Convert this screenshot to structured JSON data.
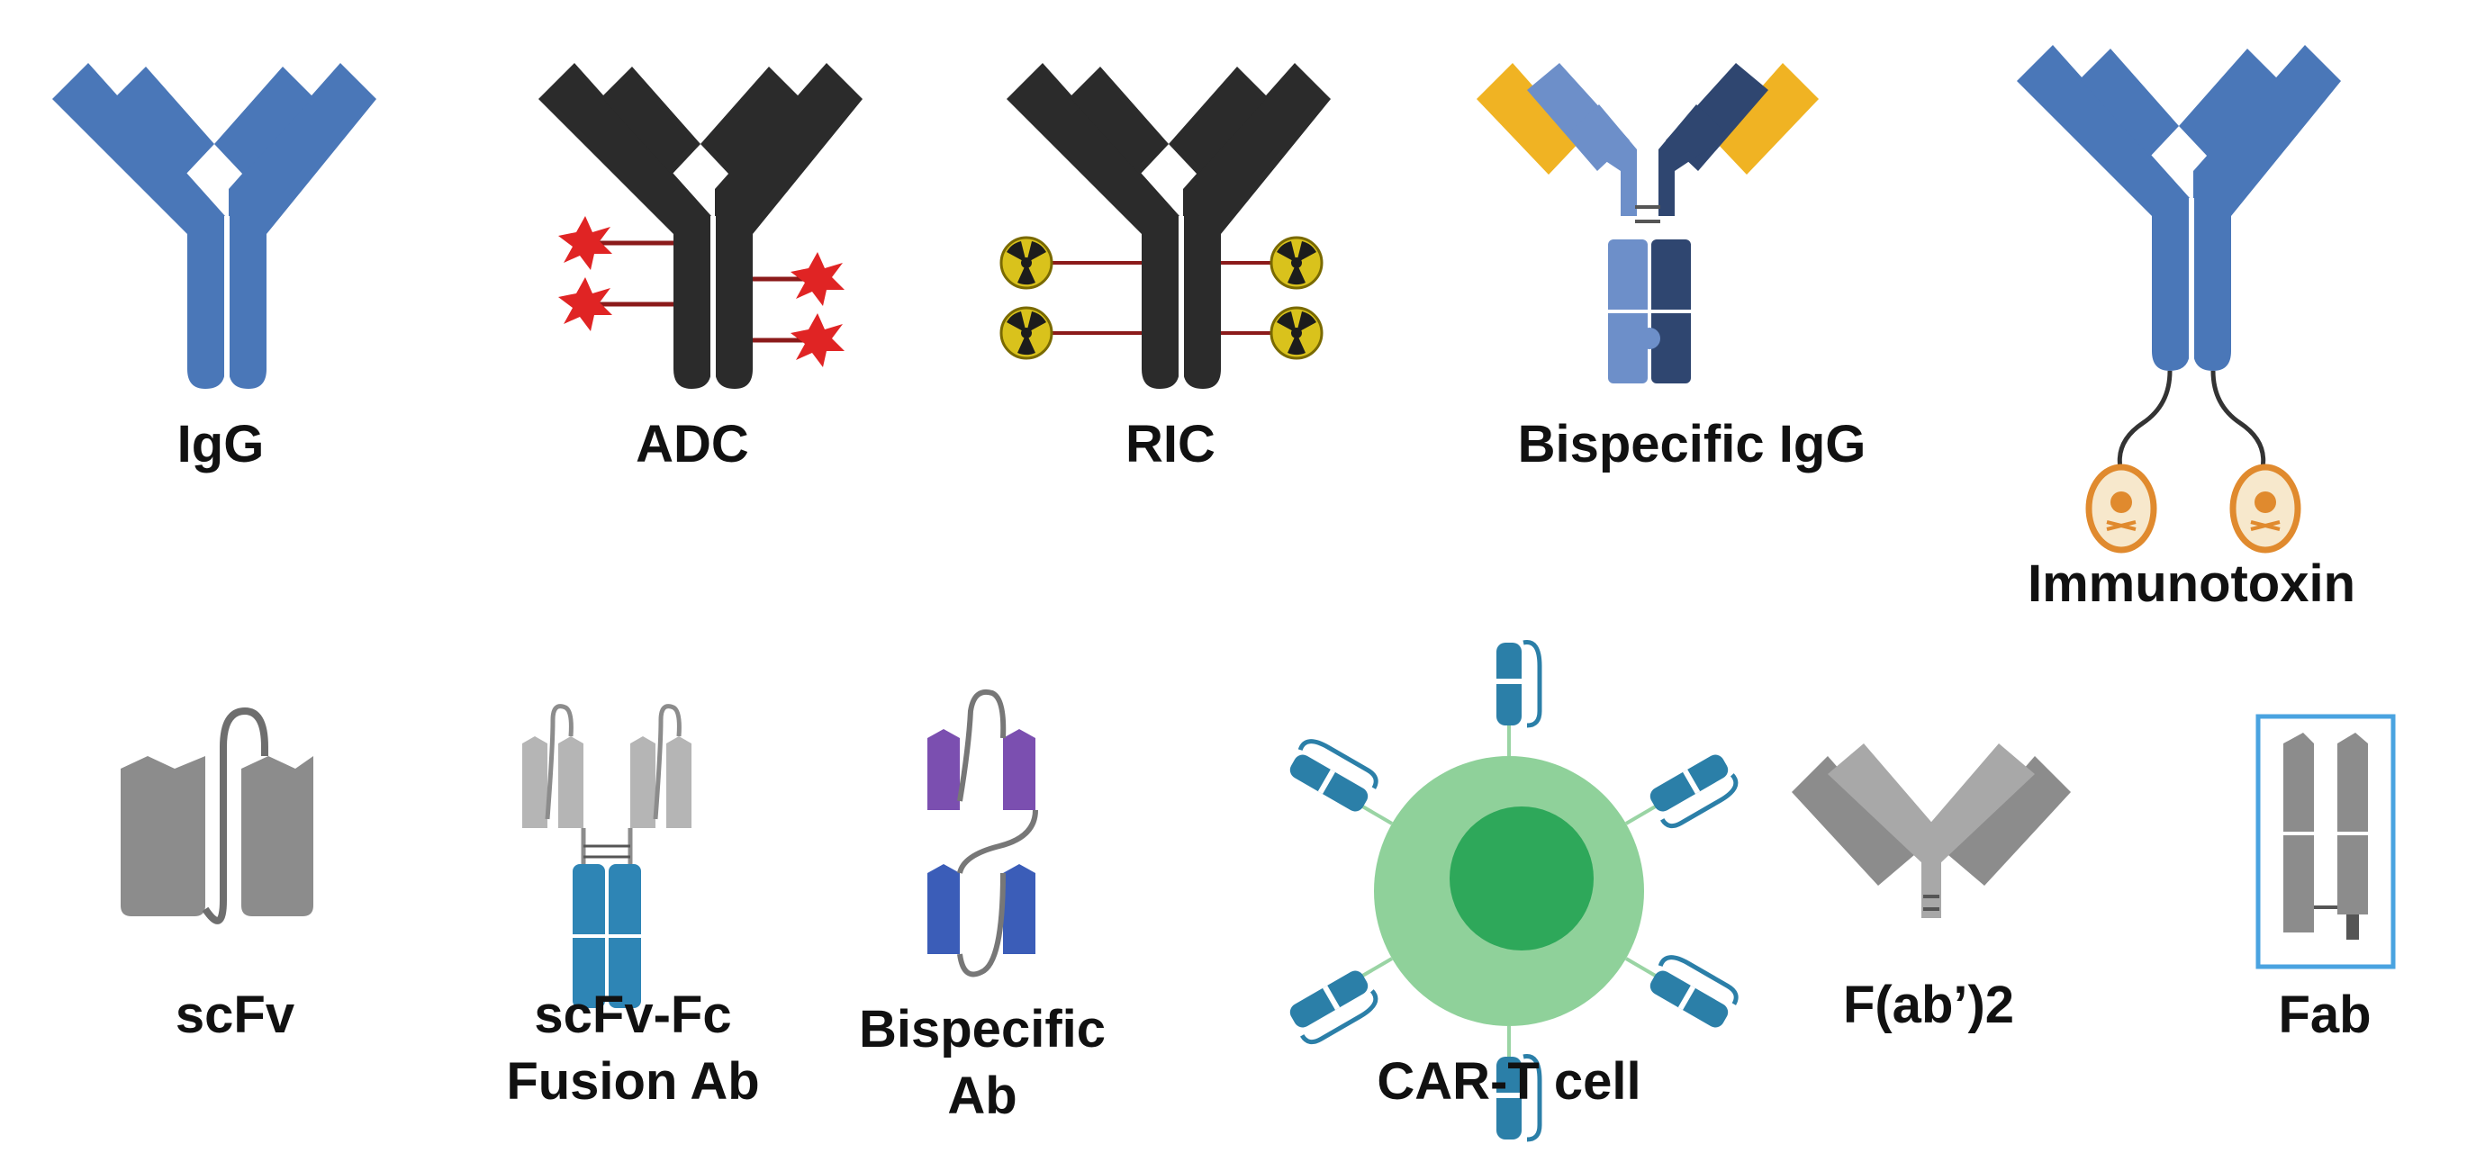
{
  "colors": {
    "igg_blue": "#4a77b8",
    "igg_blue_dark": "#3a63a3",
    "adc_black": "#2b2b2b",
    "payload_red": "#e02424",
    "linker_red": "#8b1a1a",
    "radio_yellow": "#d9c21c",
    "bispecific_yellow": "#f0b323",
    "bispecific_light": "#6d8fc9",
    "bispecific_navy": "#2f4670",
    "toxin_orange": "#e08a2e",
    "toxin_fill": "#f7e8cc",
    "scfv_gray": "#8c8c8c",
    "fc_teal": "#2e85b5",
    "bsab_purple": "#7b4fb0",
    "bsab_blue": "#3b5db8",
    "cart_green_outer": "#8fd19a",
    "cart_green_inner": "#2ea85a",
    "cart_receptor": "#2b7fa8",
    "fab_frame": "#4aa3e0"
  },
  "icons": [
    "igg-icon",
    "adc-icon",
    "ric-icon",
    "bispecific-igg-icon",
    "immunotoxin-icon",
    "scfv-icon",
    "scfv-fc-icon",
    "bispecific-ab-icon",
    "car-t-cell-icon",
    "fab2-icon",
    "fab-icon"
  ],
  "labels": {
    "igg": "IgG",
    "adc": "ADC",
    "ric": "RIC",
    "bispecific_igg": "Bispecific IgG",
    "immunotoxin": "Immunotoxin",
    "scfv": "scFv",
    "scfv_fc_line1": "scFv-Fc",
    "scfv_fc_line2": "Fusion Ab",
    "bispecific_ab_line1": "Bispecific",
    "bispecific_ab_line2": "Ab",
    "car_t": "CAR-T cell",
    "fab2": "F(ab’)2",
    "fab": "Fab"
  }
}
